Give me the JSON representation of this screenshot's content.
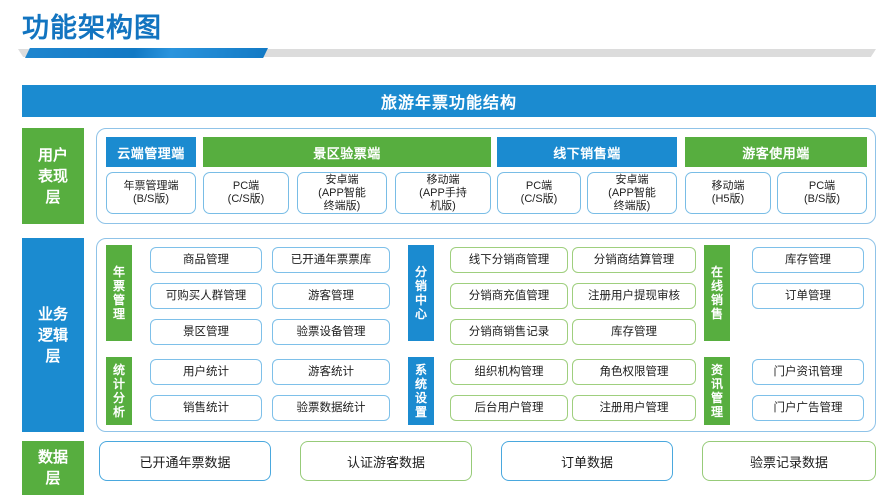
{
  "page": {
    "title": "功能架构图",
    "banner_title": "旅游年票功能结构",
    "accent_blue": "#1b8bd0",
    "accent_green": "#57ae3f",
    "title_color": "#1274c0"
  },
  "layers": {
    "presentation_label": "用户表现层",
    "business_label": "业务逻辑层",
    "data_label": "数据层"
  },
  "presentation": {
    "groups": [
      {
        "heading": "云端管理端",
        "color": "blue",
        "terminals": [
          {
            "line1": "年票管理端",
            "line2": "(B/S版)",
            "line3": ""
          }
        ]
      },
      {
        "heading": "景区验票端",
        "color": "green",
        "terminals": [
          {
            "line1": "PC端",
            "line2": "(C/S版)",
            "line3": ""
          },
          {
            "line1": "安卓端",
            "line2": "(APP智能",
            "line3": "终端版)"
          },
          {
            "line1": "移动端",
            "line2": "(APP手持",
            "line3": "机版)"
          }
        ]
      },
      {
        "heading": "线下销售端",
        "color": "blue",
        "terminals": [
          {
            "line1": "PC端",
            "line2": "(C/S版)",
            "line3": ""
          },
          {
            "line1": "安卓端",
            "line2": "(APP智能",
            "line3": "终端版)"
          }
        ]
      },
      {
        "heading": "游客使用端",
        "color": "green",
        "terminals": [
          {
            "line1": "移动端",
            "line2": "(H5版)",
            "line3": ""
          },
          {
            "line1": "PC端",
            "line2": "(B/S版)",
            "line3": ""
          }
        ]
      }
    ]
  },
  "business": {
    "modules": [
      {
        "label": "年票管理",
        "label_color": "green",
        "box_color": "blue",
        "items": [
          "商品管理",
          "已开通年票票库",
          "可购买人群管理",
          "游客管理",
          "景区管理",
          "验票设备管理"
        ]
      },
      {
        "label": "分销中心",
        "label_color": "blue",
        "box_color": "green",
        "items": [
          "线下分销商管理",
          "分销商结算管理",
          "分销商充值管理",
          "注册用户提现审核",
          "分销商销售记录",
          "库存管理"
        ]
      },
      {
        "label": "在线销售",
        "label_color": "green",
        "box_color": "blue",
        "items": [
          "库存管理",
          "订单管理"
        ]
      },
      {
        "label": "统计分析",
        "label_color": "green",
        "box_color": "blue",
        "items": [
          "用户统计",
          "游客统计",
          "销售统计",
          "验票数据统计"
        ]
      },
      {
        "label": "系统设置",
        "label_color": "blue",
        "box_color": "green",
        "items": [
          "组织机构管理",
          "角色权限管理",
          "后台用户管理",
          "注册用户管理"
        ]
      },
      {
        "label": "资讯管理",
        "label_color": "green",
        "box_color": "blue",
        "items": [
          "门户资讯管理",
          "门户广告管理"
        ]
      }
    ]
  },
  "data_layer": {
    "items": [
      {
        "label": "已开通年票数据",
        "color": "blue"
      },
      {
        "label": "认证游客数据",
        "color": "green"
      },
      {
        "label": "订单数据",
        "color": "blue"
      },
      {
        "label": "验票记录数据",
        "color": "green"
      }
    ]
  }
}
